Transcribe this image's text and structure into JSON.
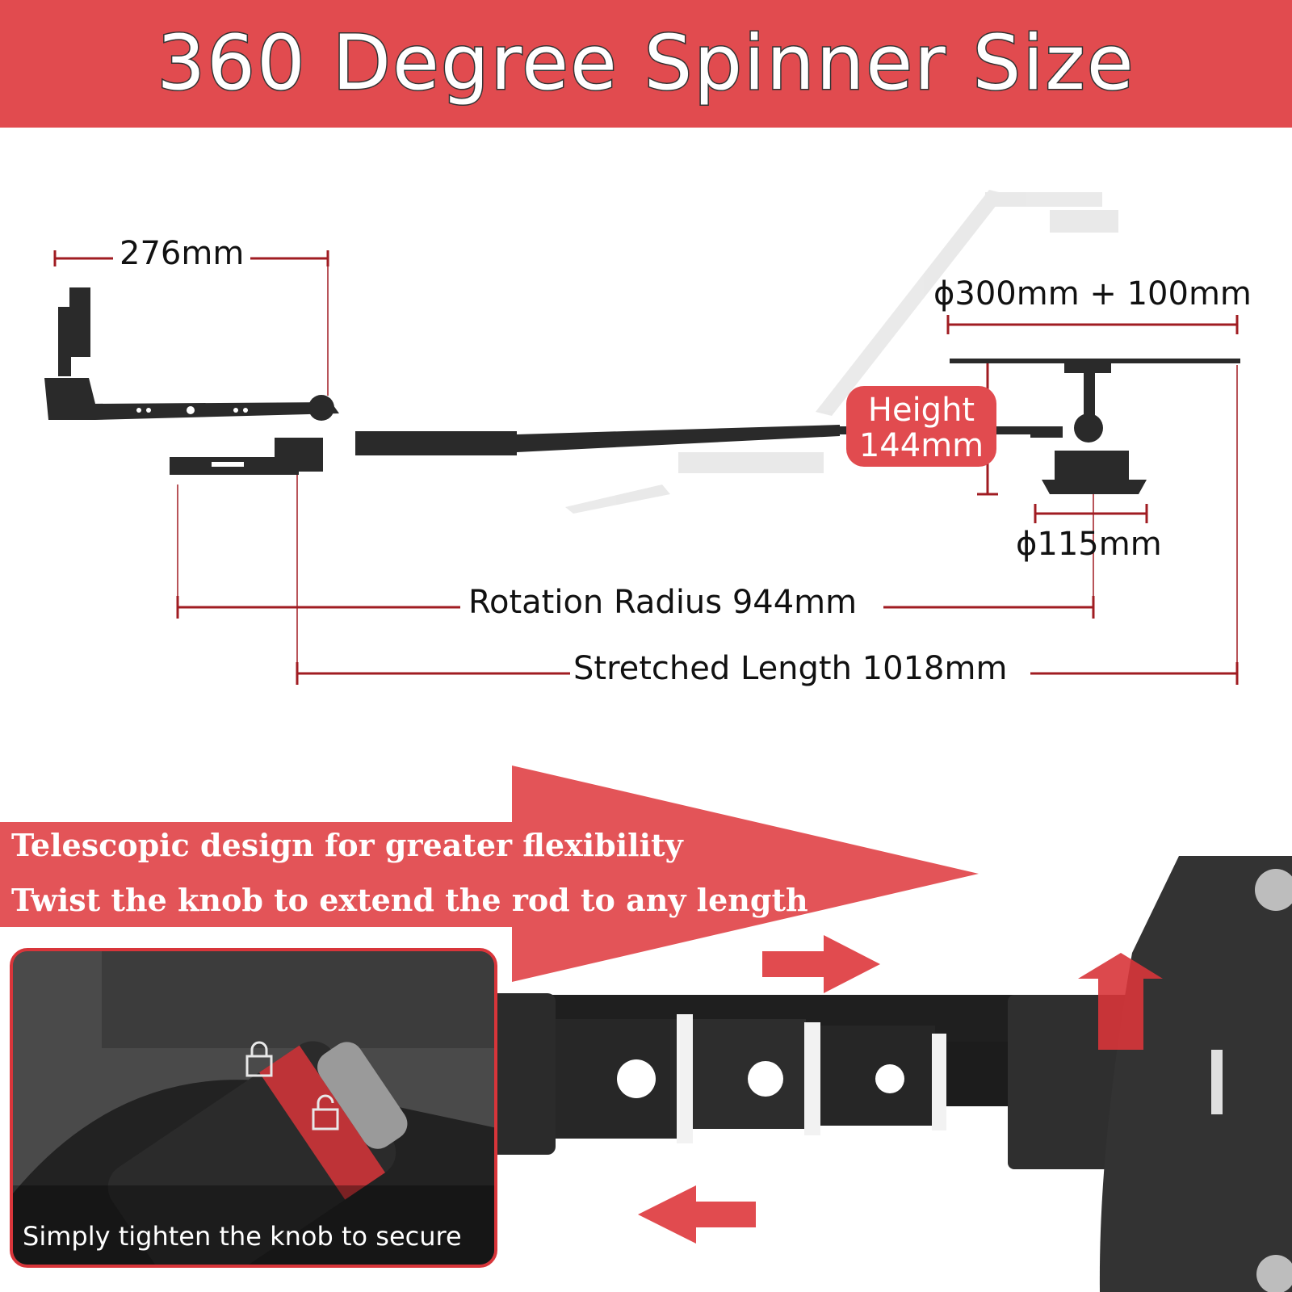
{
  "banner": {
    "title": "360 Degree Spinner Size"
  },
  "dimensions": {
    "width": "276mm",
    "platform": "ϕ300mm + 100mm",
    "height_line1": "Height",
    "height_line2": "144mm",
    "base": "ϕ115mm",
    "rotation": "Rotation Radius 944mm",
    "stretched": "Stretched Length 1018mm"
  },
  "promo": {
    "line1": "Telescopic design for greater flexibility",
    "line2": "Twist the knob to extend the rod to any length"
  },
  "inset": {
    "caption": "Simply tighten the knob to secure"
  },
  "colors": {
    "accent": "#e14b4f",
    "dim_line": "#a01c22",
    "metal": "#2a2a2a"
  }
}
